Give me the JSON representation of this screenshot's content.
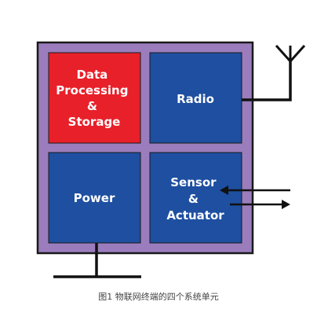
{
  "blocks": {
    "data_processing": {
      "lines": [
        "Data",
        "Processing",
        "&",
        "Storage"
      ],
      "color": "#e8202a"
    },
    "radio": {
      "lines": [
        "Radio"
      ],
      "color": "#1e4fa0"
    },
    "power": {
      "lines": [
        "Power"
      ],
      "color": "#1e4fa0"
    },
    "sensor_actuator": {
      "lines": [
        "Sensor",
        "&",
        "Actuator"
      ],
      "color": "#1e4fa0"
    }
  },
  "colors": {
    "outer_frame": "#9b7dbd",
    "frame_border": "#1a1a1a",
    "block_border": "#1a1a1a",
    "connector": "#111111"
  },
  "caption": "图1 物联网终端的四个系统单元"
}
